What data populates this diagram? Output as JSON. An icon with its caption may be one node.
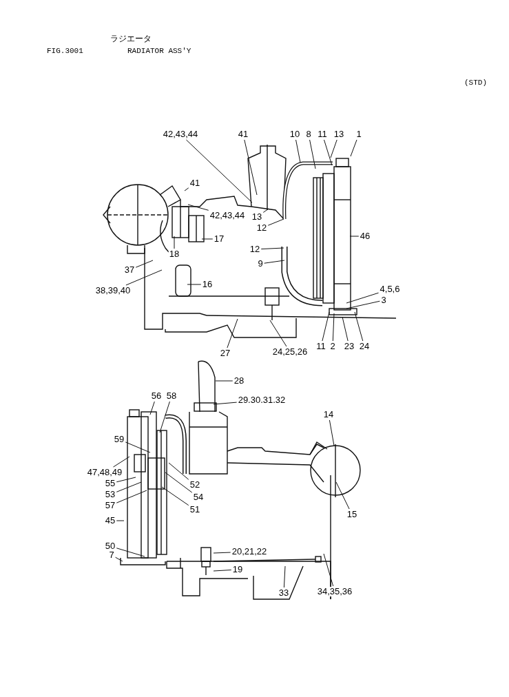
{
  "diagram": {
    "nodes": [
      {
        "text": [
          "42,43,44"
        ]
      },
      {
        "text": [
          "41"
        ]
      },
      {
        "text": [
          "10"
        ]
      },
      {
        "text": [
          "8"
        ]
      },
      {
        "text": [
          "11"
        ]
      },
      {
        "text": [
          "13"
        ]
      },
      {
        "text": [
          "1"
        ]
      },
      {
        "text": [
          "41"
        ]
      },
      {
        "text": [
          "42,43,44"
        ]
      },
      {
        "text": [
          "13"
        ]
      },
      {
        "text": [
          "12"
        ]
      },
      {
        "text": [
          "17"
        ]
      },
      {
        "text": [
          "18"
        ]
      },
      {
        "text": [
          "46"
        ]
      },
      {
        "text": [
          "12"
        ]
      },
      {
        "text": [
          "9"
        ]
      },
      {
        "text": [
          "37"
        ]
      },
      {
        "text": [
          "38,39,40"
        ]
      },
      {
        "text": [
          "16"
        ]
      },
      {
        "text": [
          "4,5,6"
        ]
      },
      {
        "text": [
          "3"
        ]
      },
      {
        "text": [
          "27"
        ]
      },
      {
        "text": [
          "24,25,26"
        ]
      },
      {
        "text": [
          "11"
        ]
      },
      {
        "text": [
          "2"
        ]
      },
      {
        "text": [
          "23"
        ]
      },
      {
        "text": [
          "24"
        ]
      },
      {
        "text": [
          "28"
        ]
      },
      {
        "text": [
          "29.30.31.32"
        ]
      },
      {
        "text": [
          "56"
        ]
      },
      {
        "text": [
          "58"
        ]
      },
      {
        "text": [
          "14"
        ]
      },
      {
        "text": [
          "59"
        ]
      },
      {
        "text": [
          "47,48,49"
        ]
      },
      {
        "text": [
          "55"
        ]
      },
      {
        "text": [
          "52"
        ]
      },
      {
        "text": [
          "53"
        ]
      },
      {
        "text": [
          "54"
        ]
      },
      {
        "text": [
          "57"
        ]
      },
      {
        "text": [
          "51"
        ]
      },
      {
        "text": [
          "15"
        ]
      },
      {
        "text": [
          "45"
        ]
      },
      {
        "text": [
          "50"
        ]
      },
      {
        "text": [
          "20,21,22"
        ]
      },
      {
        "text": [
          "7"
        ]
      },
      {
        "text": [
          "19"
        ]
      },
      {
        "text": [
          "33"
        ]
      },
      {
        "text": [
          "34,35,36"
        ]
      }
    ],
    "edges": [
      {
        "from": 0,
        "to": null,
        "arrow": "none"
      },
      {
        "from": 1,
        "to": null,
        "arrow": "none"
      },
      {
        "from": 2,
        "to": null,
        "arrow": "none"
      },
      {
        "from": 3,
        "to": null,
        "arrow": "none"
      },
      {
        "from": 4,
        "to": null,
        "arrow": "none"
      },
      {
        "from": 5,
        "to": null,
        "arrow": "none"
      },
      {
        "from": 6,
        "to": null,
        "arrow": "none"
      },
      {
        "from": 7,
        "to": null,
        "arrow": "none"
      },
      {
        "from": 8,
        "to": null,
        "arrow": "none"
      },
      {
        "from": 9,
        "to": null,
        "arrow": "none"
      },
      {
        "from": 10,
        "to": null,
        "arrow": "none"
      },
      {
        "from": 11,
        "to": null,
        "arrow": "none"
      },
      {
        "from": 12,
        "to": null,
        "arrow": "none"
      },
      {
        "from": 13,
        "to": null,
        "arrow": "none"
      },
      {
        "from": 14,
        "to": null,
        "arrow": "none"
      },
      {
        "from": 15,
        "to": null,
        "arrow": "none"
      },
      {
        "from": 16,
        "to": null,
        "arrow": "none"
      },
      {
        "from": 17,
        "to": null,
        "arrow": "none"
      },
      {
        "from": 18,
        "to": null,
        "arrow": "none"
      },
      {
        "from": 19,
        "to": null,
        "arrow": "none"
      },
      {
        "from": 20,
        "to": null,
        "arrow": "none"
      },
      {
        "from": 21,
        "to": null,
        "arrow": "none"
      },
      {
        "from": 22,
        "to": null,
        "arrow": "none"
      },
      {
        "from": 23,
        "to": null,
        "arrow": "none"
      },
      {
        "from": 24,
        "to": null,
        "arrow": "none"
      },
      {
        "from": 25,
        "to": null,
        "arrow": "none"
      },
      {
        "from": 26,
        "to": null,
        "arrow": "none"
      },
      {
        "from": 27,
        "to": null,
        "arrow": "none"
      },
      {
        "from": 28,
        "to": null,
        "arrow": "none"
      },
      {
        "from": 29,
        "to": null,
        "arrow": "none"
      },
      {
        "from": 30,
        "to": null,
        "arrow": "none"
      },
      {
        "from": 31,
        "to": null,
        "arrow": "none"
      },
      {
        "from": 32,
        "to": null,
        "arrow": "none"
      },
      {
        "from": 33,
        "to": null,
        "arrow": "none"
      },
      {
        "from": 34,
        "to": null,
        "arrow": "none"
      },
      {
        "from": 35,
        "to": null,
        "arrow": "none"
      },
      {
        "from": 36,
        "to": null,
        "arrow": "none"
      },
      {
        "from": 37,
        "to": null,
        "arrow": "none"
      },
      {
        "from": 38,
        "to": null,
        "arrow": "none"
      },
      {
        "from": 39,
        "to": null,
        "arrow": "none"
      },
      {
        "from": 40,
        "to": null,
        "arrow": "none"
      },
      {
        "from": 41,
        "to": null,
        "arrow": "none"
      },
      {
        "from": 42,
        "to": null,
        "arrow": "none"
      },
      {
        "from": 43,
        "to": null,
        "arrow": "none"
      },
      {
        "from": 44,
        "to": null,
        "arrow": "none"
      },
      {
        "from": 45,
        "to": null,
        "arrow": "none"
      },
      {
        "from": 46,
        "to": null,
        "arrow": "none"
      },
      {
        "from": 47,
        "to": null,
        "arrow": "none"
      }
    ],
    "labels": [
      "ラジエータ",
      "FIG.3001",
      "RADIATOR ASS'Y",
      "(STD)"
    ]
  }
}
